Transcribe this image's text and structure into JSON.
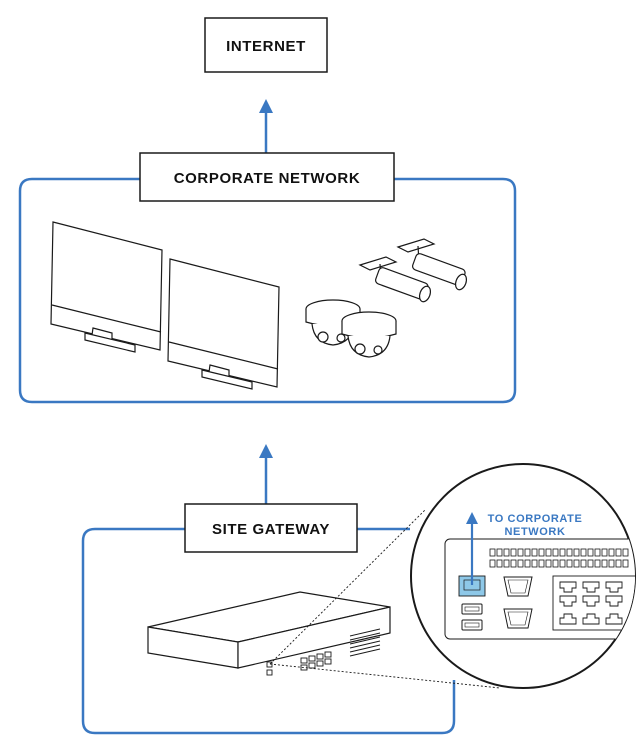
{
  "labels": {
    "internet": "INTERNET",
    "corporate_network": "CORPORATE NETWORK",
    "site_gateway": "SITE GATEWAY",
    "to_corporate_line1": "TO CORPORATE",
    "to_corporate_line2": "NETWORK"
  },
  "colors": {
    "accent": "#3a78c2",
    "port_highlight": "#8ec8e8",
    "stroke": "#1a1a1a"
  },
  "devices": {
    "corporate_network": [
      "monitor-icon",
      "monitor-icon",
      "dome-camera-icon",
      "dome-camera-icon",
      "bullet-camera-icon",
      "bullet-camera-icon"
    ],
    "site_gateway": [
      "gateway-appliance-icon",
      "ethernet-port-icon"
    ]
  }
}
